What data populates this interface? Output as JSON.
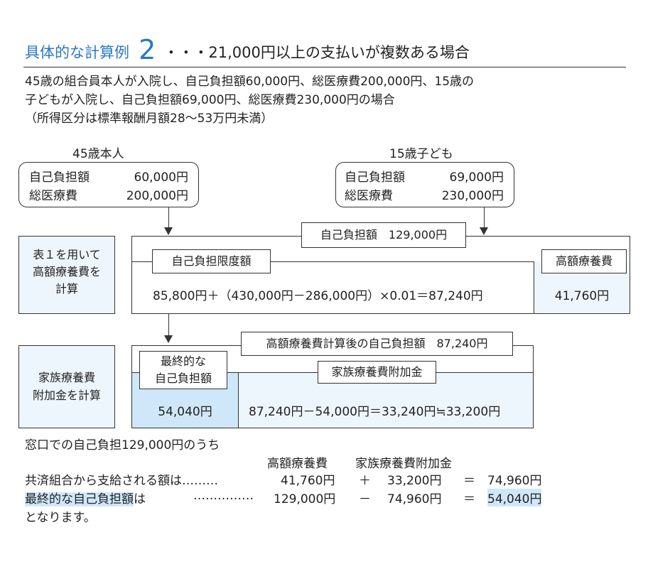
{
  "title": {
    "prefix": "具体的な計算例",
    "number": "2",
    "suffix": "・・・21,000円以上の支払いが複数ある場合"
  },
  "intro": {
    "line1": "45歳の組合員本人が入院し、自己負担額60,000円、総医療費200,000円、15歳の",
    "line2": "子どもが入院し、自己負担額69,000円、総医療費230,000円の場合",
    "line3": "（所得区分は標準報酬月額28～53万円未満）"
  },
  "person_left": {
    "heading": "45歳本人",
    "row1_label": "自己負担額",
    "row1_value": "60,000円",
    "row2_label": "総医療費",
    "row2_value": "200,000円"
  },
  "person_right": {
    "heading": "15歳子ども",
    "row1_label": "自己負担額",
    "row1_value": "69,000円",
    "row2_label": "総医療費",
    "row2_value": "230,000円"
  },
  "step1": {
    "side_line1": "表１を用いて",
    "side_line2": "高額療養費を",
    "side_line3": "計算",
    "total_label": "自己負担額　129,000円",
    "limit_label": "自己負担限度額",
    "formula": "85,800円＋（430,000円－286,000円）×0.01＝87,240円",
    "benefit_label": "高額療養費",
    "benefit_value": "41,760円"
  },
  "step2": {
    "side_line1": "家族療養費",
    "side_line2": "附加金を計算",
    "after_label": "高額療養費計算後の自己負担額　87,240円",
    "final_label_line1": "最終的な",
    "final_label_line2": "自己負担額",
    "final_value": "54,040円",
    "family_label": "家族療養費附加金",
    "family_formula": "87,240円－54,000円＝33,240円≒33,200円"
  },
  "summary": {
    "line1": "窓口での自己負担129,000円のうち",
    "col_header1": "高額療養費",
    "col_header2": "家族療養費附加金",
    "row1_label": "共済組合から支給される額は………",
    "row1_a": "41,760円",
    "row1_op": "＋",
    "row1_b": "33,200円",
    "row1_eq": "＝",
    "row1_result": "74,960円",
    "row2_label": "最終的な自己負担額",
    "row2_label_suffix": "は",
    "row2_dots": "……………",
    "row2_a": "129,000円",
    "row2_op": "－",
    "row2_b": "74,960円",
    "row2_eq": "＝",
    "row2_result": "54,040円",
    "closing": "となります。"
  }
}
